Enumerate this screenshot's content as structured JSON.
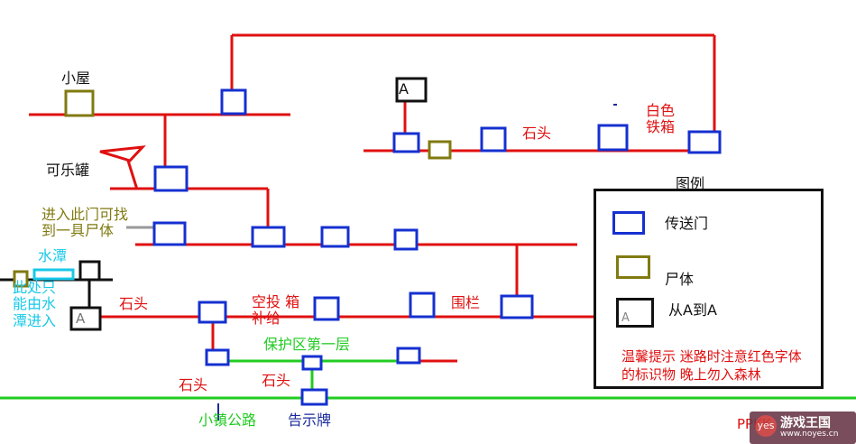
{
  "colors": {
    "path_red": "#e01010",
    "path_green": "#22cc22",
    "portal_blue": "#1530d0",
    "corpse_olive": "#807a10",
    "a_to_a_black": "#111111",
    "water_cyan": "#18c8e8"
  },
  "labels": {
    "cabin": "小屋",
    "cola_can": "可乐罐",
    "door_hint": "进入此门可找\n到一具尸体",
    "pond": "水潭",
    "pond_entry_only": "此处只\n能由水\n潭进入",
    "stone_mid_left": "石头",
    "supply_box": "空投  箱\n补给",
    "fence": "围栏",
    "safe_zone_floor1": "保护区第一层",
    "stone_bottom_left": "石头",
    "stone_bottom_mid": "石头",
    "town_road": "小镇公路",
    "signboard": "告示牌",
    "stone_top": "石头",
    "white_iron_box": "白色\n铁箱",
    "a_small_left": "A",
    "a_small_top": "A"
  },
  "legend": {
    "title": "图例",
    "items": [
      {
        "label": "传送门",
        "symbol": "portal"
      },
      {
        "label": "尸体",
        "symbol": "corpse"
      },
      {
        "label": "从A到A",
        "symbol": "a-to-a",
        "glyph": "A"
      }
    ],
    "note": "温馨提示 迷路时注意红色字体的标识物 晚上勿入森林"
  },
  "watermark": {
    "code": "PPKK",
    "logo_mark": "yes",
    "site_name": "游戏王国",
    "url": "www.noyes.cn"
  }
}
